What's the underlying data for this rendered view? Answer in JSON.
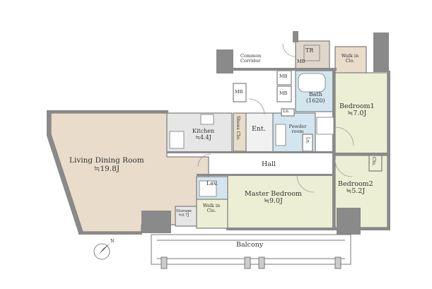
{
  "rooms": {
    "living": {
      "name": "Living Dining Room",
      "area": "≒19.8J"
    },
    "kitchen": {
      "name": "Kitchen",
      "area": "≒4.4J"
    },
    "master": {
      "name": "Master Bedroom",
      "area": "≒9.0J"
    },
    "bedroom1": {
      "name": "Bedroom1",
      "area": "≒7.0J"
    },
    "bedroom2": {
      "name": "Bedroom2",
      "area": "≒5.2J"
    },
    "bath": {
      "name": "Bath",
      "size": "(1620)"
    },
    "powder": {
      "name": "Powder room"
    },
    "hall": {
      "name": "Hall"
    },
    "entrance": {
      "name": "Ent."
    },
    "balcony": {
      "name": "Balcony"
    },
    "tr": {
      "name": "TR"
    },
    "walkin1": {
      "name": "Walk in Clo."
    },
    "walkin2": {
      "name": "Walk in Clo."
    },
    "storage": {
      "name": "Storage",
      "area": "≒0.7J"
    },
    "lav": {
      "name": "Lav."
    },
    "shoes": {
      "name": "Shoes Clo."
    },
    "clo": {
      "name": "Clo."
    },
    "ln1": {
      "name": "Ln."
    },
    "ln2": {
      "name": "Ln."
    },
    "mb1": {
      "name": "MB"
    },
    "mb2": {
      "name": "MB"
    },
    "mb3": {
      "name": "MB"
    },
    "mb4": {
      "name": "MB"
    }
  },
  "corridor": {
    "label": "Common Corridor"
  },
  "compass": {
    "label": "N"
  },
  "colors": {
    "living_floor": "#e9dcca",
    "bedroom_floor": "#ecefd4",
    "wet_floor": "#d3e6ef",
    "service_floor": "#e6e6e6",
    "wall": "#8a8a8a",
    "line": "#555555",
    "door": "#999999"
  }
}
